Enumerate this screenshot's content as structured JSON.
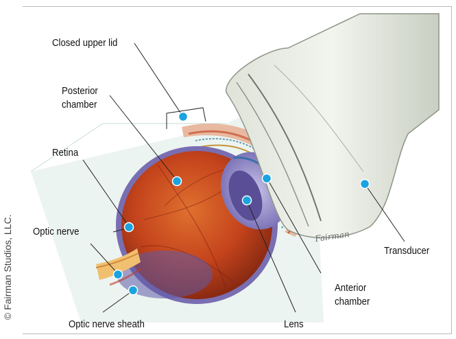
{
  "credit": "© Fairman Studios, LLC.",
  "signature": "Fairman",
  "marker_color": "#1aa3e0",
  "labels": {
    "closed_upper_lid": "Closed upper lid",
    "posterior_chamber_1": "Posterior",
    "posterior_chamber_2": "chamber",
    "retina": "Retina",
    "optic_nerve": "Optic nerve",
    "optic_nerve_sheath": "Optic nerve sheath",
    "lens": "Lens",
    "anterior_chamber_1": "Anterior",
    "anterior_chamber_2": "chamber",
    "transducer": "Transducer"
  }
}
